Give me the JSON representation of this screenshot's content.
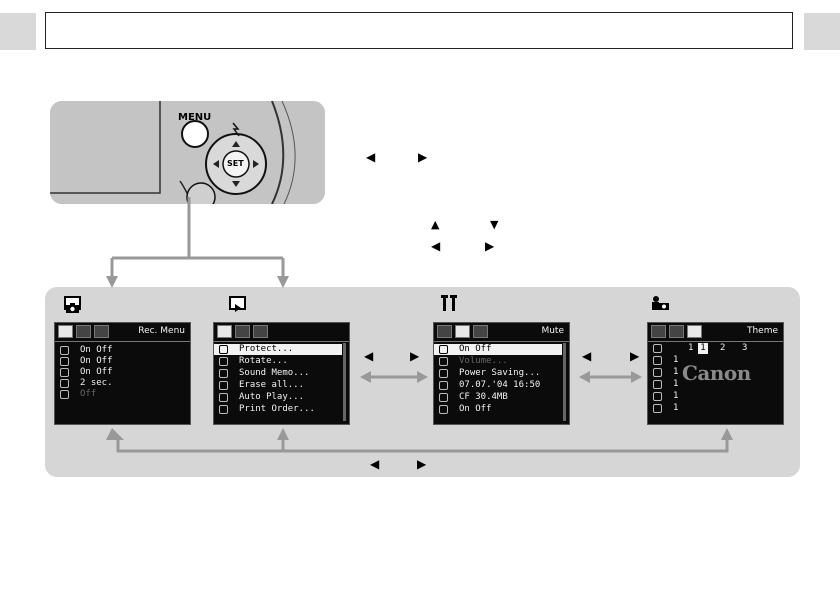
{
  "page": {
    "menu_button_label": "MENU",
    "set_button_label": "SET"
  },
  "arrows": {
    "left": "◀",
    "right": "▶",
    "up": "▲",
    "down": "▼"
  },
  "icons": {
    "shooting_tab": "camera-icon",
    "play_tab": "play-icon",
    "setup_tab": "tools-icon",
    "mycamera_tab": "mycamera-icon"
  },
  "screens": {
    "rec": {
      "title": "Rec. Menu",
      "rows": [
        {
          "icon": "red-eye-icon",
          "text": "On  Off"
        },
        {
          "icon": "af-assist-icon",
          "text": "On  Off"
        },
        {
          "icon": "digital-zoom-icon",
          "text": "On  Off"
        },
        {
          "icon": "review-icon",
          "text": "2 sec."
        },
        {
          "icon": "self-timer-icon",
          "text": "Off"
        }
      ]
    },
    "play": {
      "rows": [
        {
          "icon": "key-icon",
          "text": "Protect..."
        },
        {
          "icon": "rotate-icon",
          "text": "Rotate..."
        },
        {
          "icon": "mic-icon",
          "text": "Sound Memo..."
        },
        {
          "icon": "trash-icon",
          "text": "Erase all..."
        },
        {
          "icon": "autoplay-icon",
          "text": "Auto Play..."
        },
        {
          "icon": "print-icon",
          "text": "Print Order..."
        }
      ]
    },
    "setup": {
      "title": "Mute",
      "rows": [
        {
          "icon": "mute-icon",
          "text": "On  Off"
        },
        {
          "icon": "volume-icon",
          "text": "Volume..."
        },
        {
          "icon": "power-icon",
          "text": "Power Saving..."
        },
        {
          "icon": "clock-icon",
          "text": "07.07.'04 16:50"
        },
        {
          "icon": "format-icon",
          "text": "CF 30.4MB"
        },
        {
          "icon": "file-number-icon",
          "text": "On  Off"
        }
      ]
    },
    "mycamera": {
      "title": "Theme",
      "brand": "Canon",
      "theme_options": [
        "1",
        "2",
        "3"
      ],
      "rows": [
        {
          "icon": "theme-icon",
          "text": "1"
        },
        {
          "icon": "startup-image-icon",
          "text": "1"
        },
        {
          "icon": "startup-sound-icon",
          "text": "1"
        },
        {
          "icon": "operation-sound-icon",
          "text": "1"
        },
        {
          "icon": "selftimer-sound-icon",
          "text": "1"
        },
        {
          "icon": "shutter-sound-icon",
          "text": "1"
        }
      ]
    }
  },
  "colors": {
    "band": "#d6d6d6",
    "arrow": "#999999",
    "lcd_bg": "#0b0b0b",
    "highlight": "#f2f2f2"
  }
}
